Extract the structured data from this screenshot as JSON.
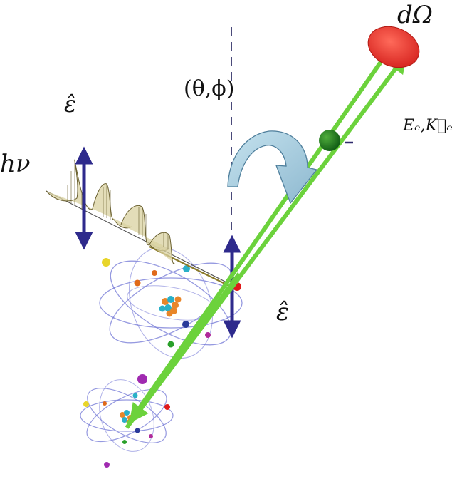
{
  "labels": {
    "solid_angle": "dΩ",
    "angles": "(θ,ϕ)",
    "polarization_top": "ε̂",
    "photon_energy": "hν",
    "electron": "Eₑ,K⃗ₑ",
    "polarization_right": "ε̂"
  },
  "colors": {
    "beam": "#6cd23c",
    "detector": "#e8302a",
    "electron": "#1f7a1f",
    "polarization_arrow": "#2e2a8c",
    "rotation_arrow": "#a9cfe0",
    "wave": "#d9d2a0",
    "orbit": "#7b7fd8",
    "dashed_axis": "#4a4a7a"
  },
  "icons": {
    "detector": "red-ellipse-detector",
    "rotation": "curved-rotation-arrow",
    "atom_upper": "atom-model",
    "atom_lower": "atom-model"
  }
}
